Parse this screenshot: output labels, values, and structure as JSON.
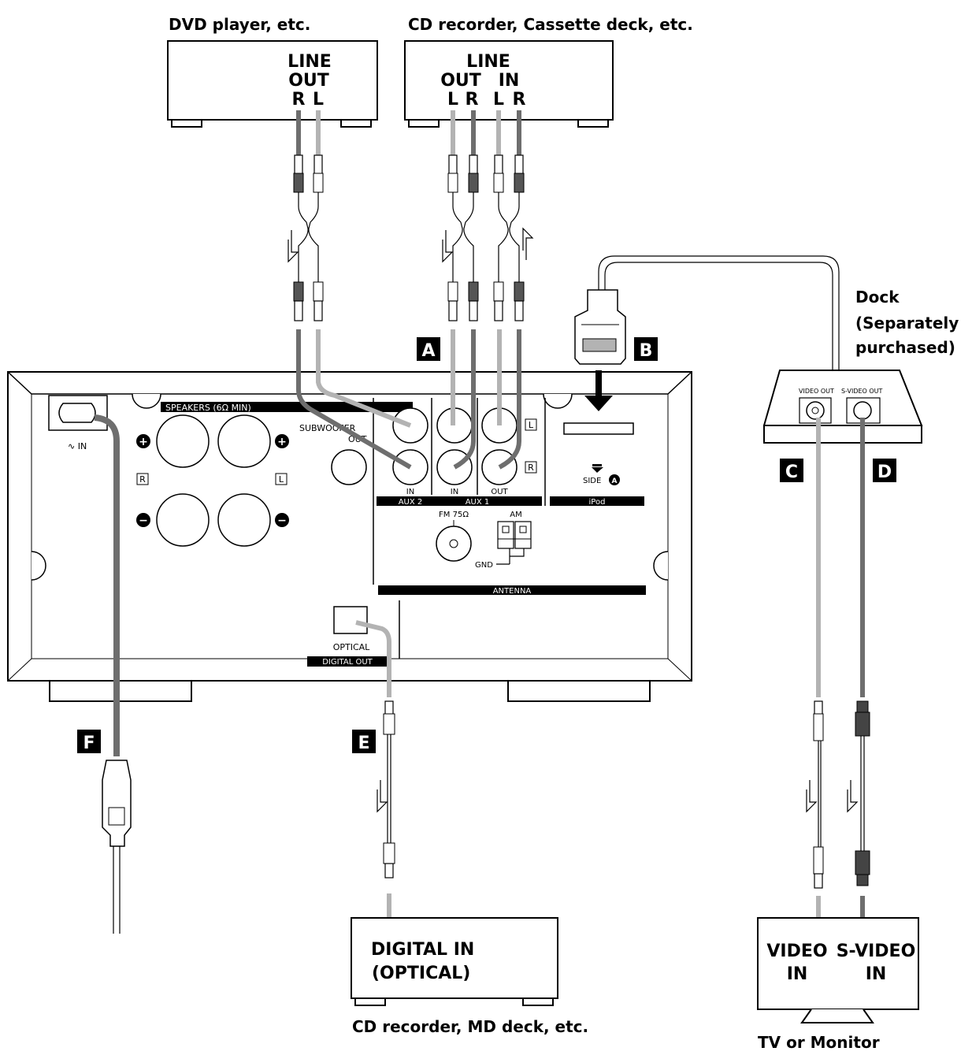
{
  "captions": {
    "dvd_player": "DVD player, etc.",
    "cd_recorder_cassette": "CD recorder, Cassette deck, etc.",
    "dock": "Dock",
    "dock_sub1": "(Separately",
    "dock_sub2": "purchased)",
    "cd_md_recorder": "CD recorder, MD deck, etc.",
    "tv_monitor": "TV or Monitor"
  },
  "devices": {
    "dvd": {
      "line": "LINE",
      "out": "OUT",
      "r": "R",
      "l": "L"
    },
    "cd": {
      "line": "LINE",
      "out": "OUT",
      "in": "IN",
      "l1": "L",
      "r1": "R",
      "l2": "L",
      "r2": "R"
    },
    "digital_in": {
      "line1": "DIGITAL IN",
      "line2": "(OPTICAL)"
    },
    "tv": {
      "video1": "VIDEO",
      "video2": "IN",
      "svideo1": "S-VIDEO",
      "svideo2": "IN"
    }
  },
  "dock_labels": {
    "video_out": "VIDEO OUT",
    "svideo_out": "S-VIDEO OUT"
  },
  "markers": [
    "A",
    "B",
    "C",
    "D",
    "E",
    "F"
  ],
  "panel": {
    "speakers": "SPEAKERS  (6Ω MIN)",
    "subwoofer1": "SUBWOOFER",
    "subwoofer2": "OUT",
    "ac_in": "∿ IN",
    "plus": "+",
    "minus": "−",
    "r": "R",
    "l": "L",
    "in_aux2": "IN",
    "in_aux1": "IN",
    "out_aux1": "OUT",
    "aux2": "AUX 2",
    "aux1": "AUX 1",
    "jack_l": "L",
    "jack_r": "R",
    "side": "SIDE",
    "side_badge": "A",
    "ipod": "iPod",
    "fm": "FM 75Ω",
    "am": "AM",
    "gnd": "GND",
    "antenna": "ANTENNA",
    "optical": "OPTICAL",
    "digital_out": "DIGITAL OUT"
  },
  "colors": {
    "cable_light": "#b3b3b3",
    "cable_dark": "#6e6e6e",
    "line": "#000000",
    "background": "#ffffff"
  }
}
